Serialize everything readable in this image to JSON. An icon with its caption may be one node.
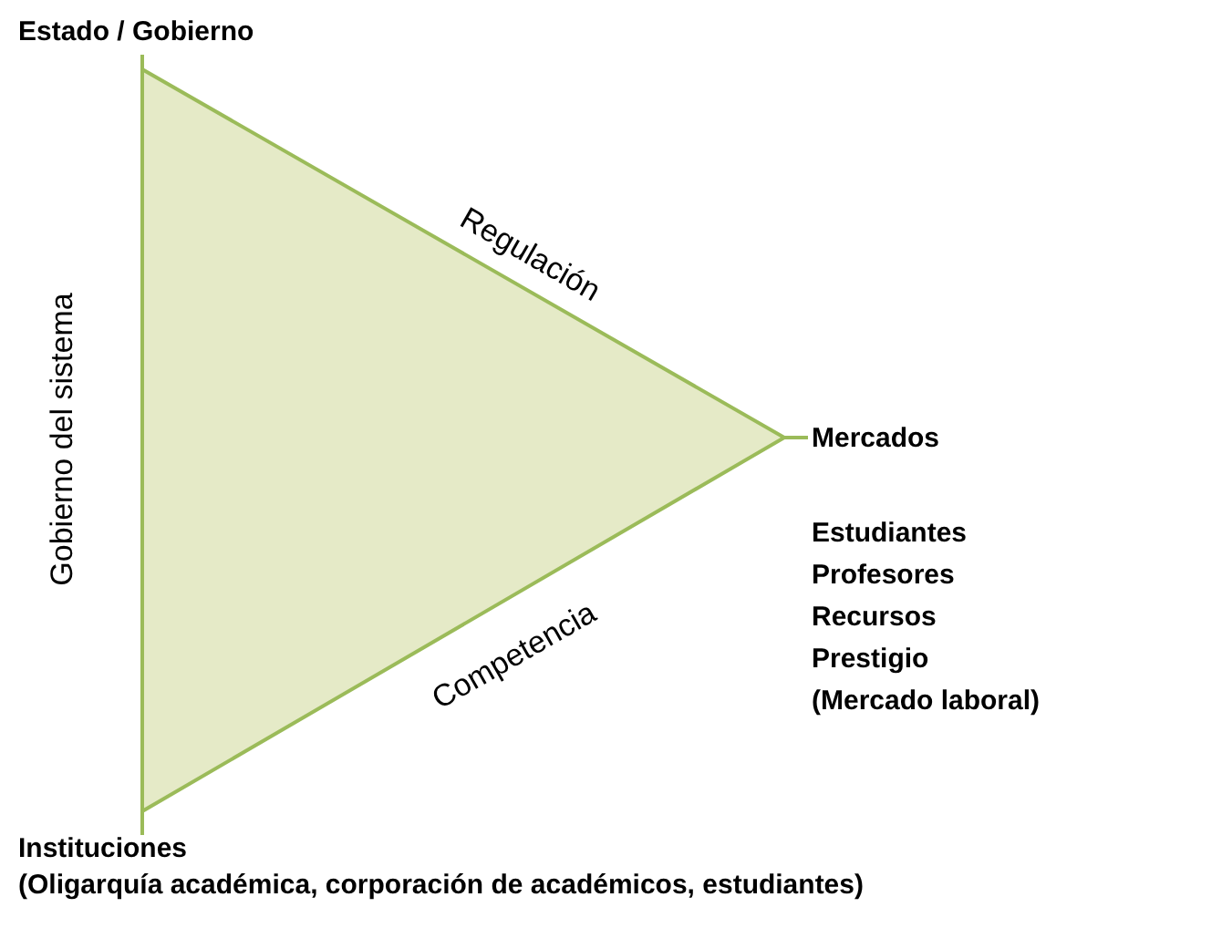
{
  "diagram": {
    "nodes": [
      {
        "text": [
          "Estado / Gobierno"
        ]
      },
      {
        "text": [
          "Mercados"
        ],
        "beside": [
          "Estudiantes",
          "Profesores",
          "Recursos",
          "Prestigio",
          "(Mercado laboral)"
        ]
      },
      {
        "text": [
          "Instituciones",
          "(Oligarquía académica, corporación de académicos, estudiantes)"
        ]
      }
    ],
    "edges": [
      {
        "from": 0,
        "to": 1,
        "arrow": "none",
        "label": "Regulación"
      },
      {
        "from": 0,
        "to": 2,
        "arrow": "none",
        "label": "Gobierno del sistema"
      },
      {
        "from": 2,
        "to": 1,
        "arrow": "none",
        "label": "Competencia"
      }
    ]
  }
}
